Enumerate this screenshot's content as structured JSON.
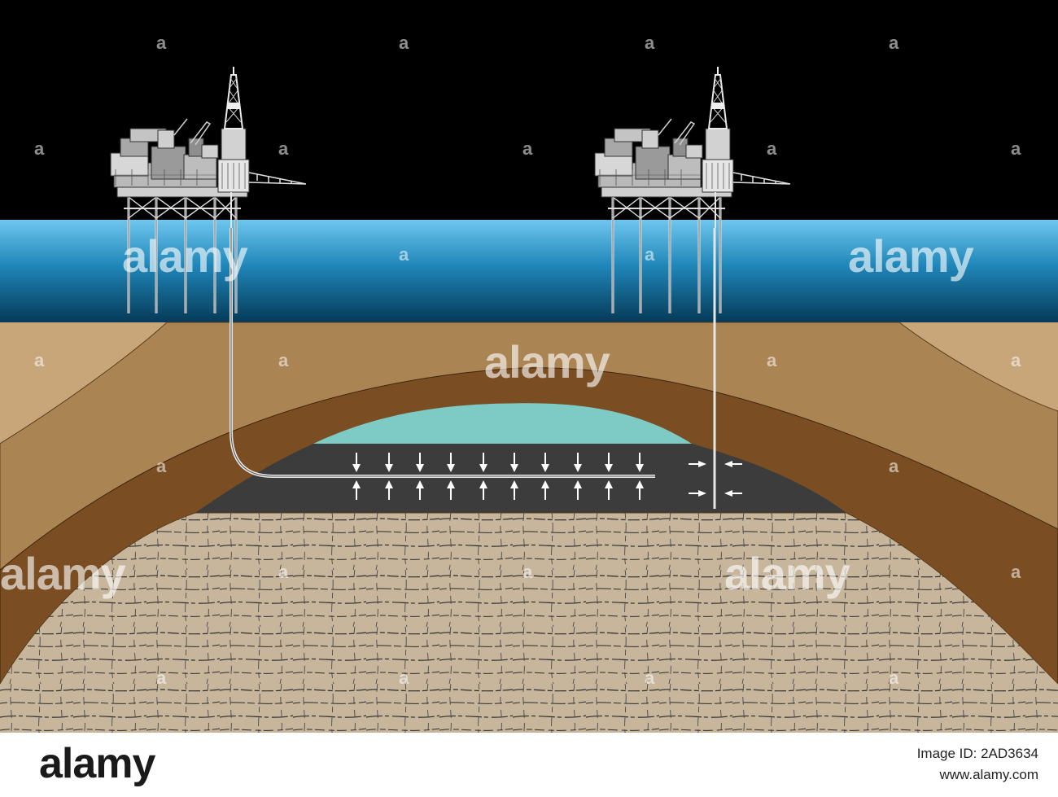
{
  "colors": {
    "sky": "#000000",
    "sea_top": "#6fc6ee",
    "sea_bottom": "#063a58",
    "sediment": "#c9a57a",
    "mid_layer": "#ab8454",
    "cap_rock": "#7a4e22",
    "gas_cap": "#7ecbc6",
    "oil_zone": "#3c3c3c",
    "basement": "#c8b69c",
    "well_pipe": "#e6e6e6",
    "arrow": "#ffffff"
  },
  "icons": {
    "platform_left": "offshore-platform-icon",
    "platform_right": "offshore-platform-icon",
    "flow_arrows": "arrow-icon"
  },
  "watermark": {
    "text": "alamy",
    "small_mark": "a"
  },
  "footer": {
    "logo": "alamy",
    "image_id": "Image ID: 2AD3634",
    "url": "www.alamy.com"
  }
}
